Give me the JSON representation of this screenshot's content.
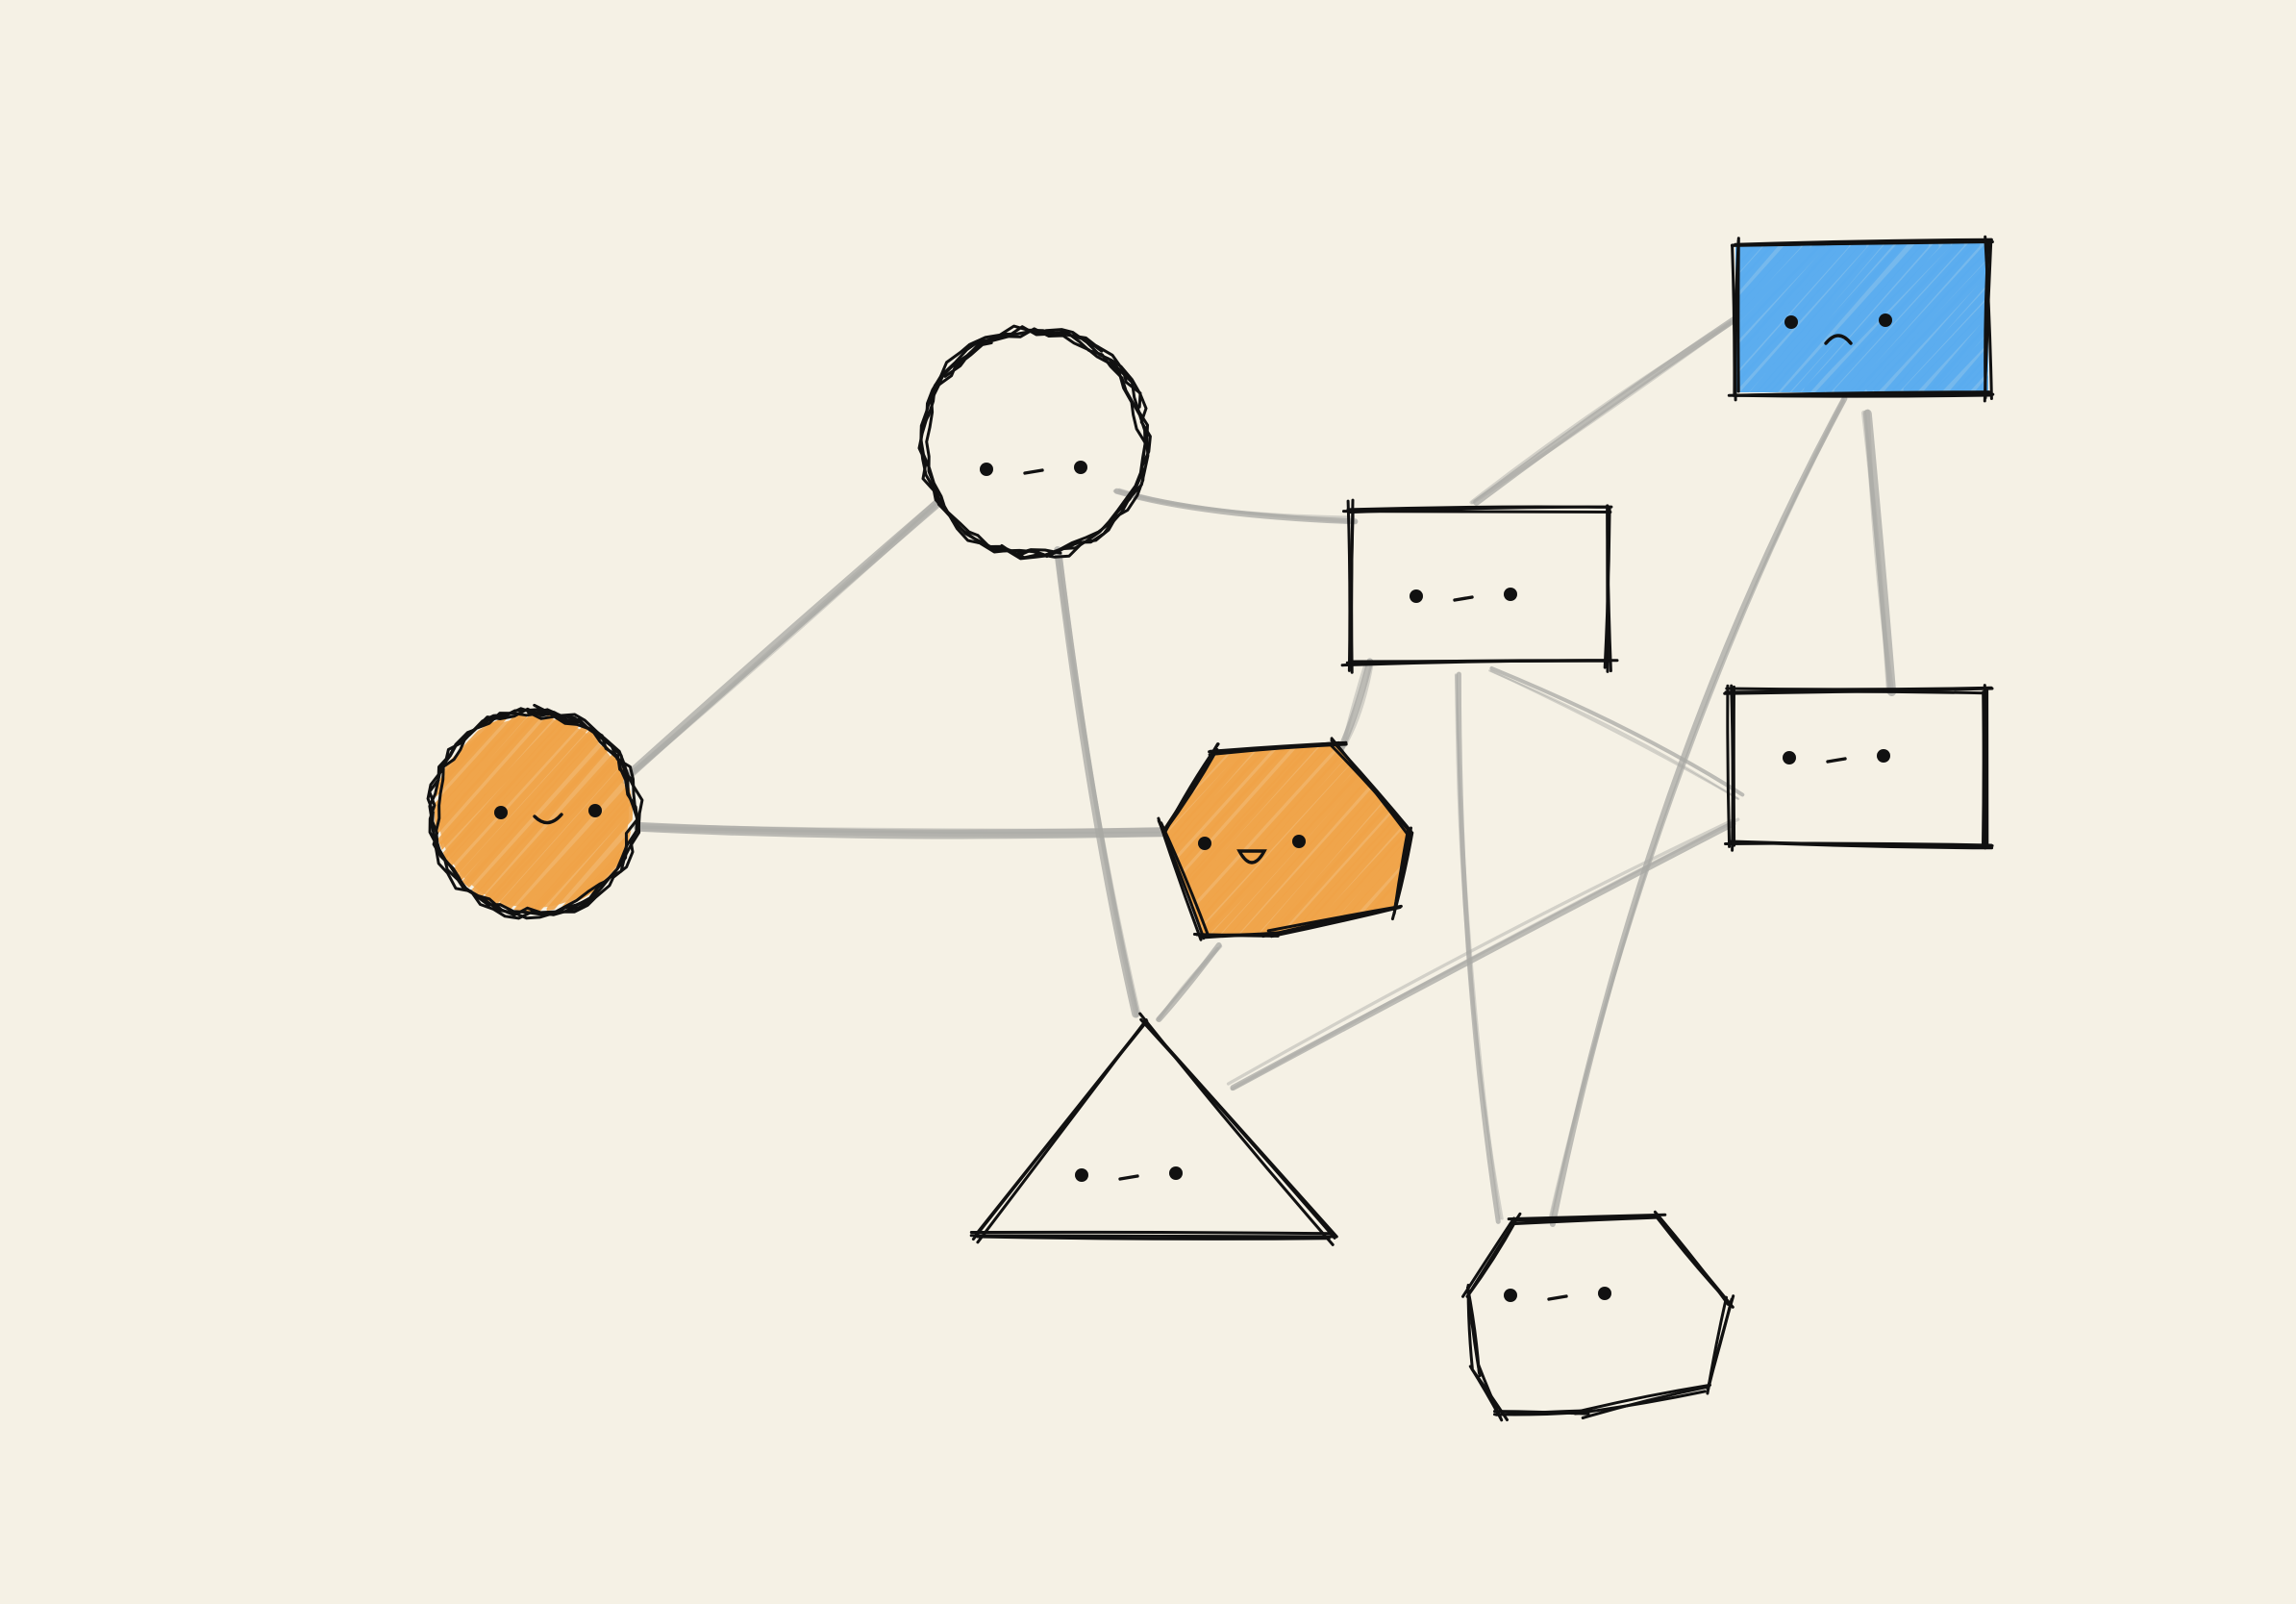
{
  "palette": {
    "background": "#f5f1e5",
    "ink": "#111111",
    "edge": "#a8a8a4",
    "orange": "#f0a348",
    "blue": "#5aacee"
  },
  "nodes": [
    {
      "id": "circle-top",
      "shape": "circle",
      "fill": "none",
      "face": "neutral"
    },
    {
      "id": "circle-left",
      "shape": "circle",
      "fill": "orange",
      "face": "smile"
    },
    {
      "id": "rect-top-right",
      "shape": "rectangle",
      "fill": "blue",
      "face": "sad"
    },
    {
      "id": "rect-middle",
      "shape": "rectangle",
      "fill": "none",
      "face": "neutral"
    },
    {
      "id": "rect-right",
      "shape": "rectangle",
      "fill": "none",
      "face": "neutral"
    },
    {
      "id": "hexagon-center",
      "shape": "hexagon",
      "fill": "orange",
      "face": "happy"
    },
    {
      "id": "triangle-bottom",
      "shape": "triangle",
      "fill": "none",
      "face": "neutral"
    },
    {
      "id": "hexagon-bottom",
      "shape": "hexagon",
      "fill": "none",
      "face": "neutral"
    }
  ],
  "edges": [
    {
      "from": "circle-left",
      "to": "circle-top"
    },
    {
      "from": "circle-left",
      "to": "hexagon-center"
    },
    {
      "from": "circle-top",
      "to": "rect-middle"
    },
    {
      "from": "circle-top",
      "to": "triangle-bottom"
    },
    {
      "from": "rect-middle",
      "to": "rect-top-right"
    },
    {
      "from": "rect-middle",
      "to": "hexagon-center"
    },
    {
      "from": "rect-middle",
      "to": "rect-right"
    },
    {
      "from": "rect-middle",
      "to": "hexagon-bottom"
    },
    {
      "from": "rect-top-right",
      "to": "rect-right"
    },
    {
      "from": "rect-top-right",
      "to": "hexagon-bottom"
    },
    {
      "from": "hexagon-center",
      "to": "triangle-bottom"
    },
    {
      "from": "rect-right",
      "to": "triangle-bottom"
    }
  ]
}
